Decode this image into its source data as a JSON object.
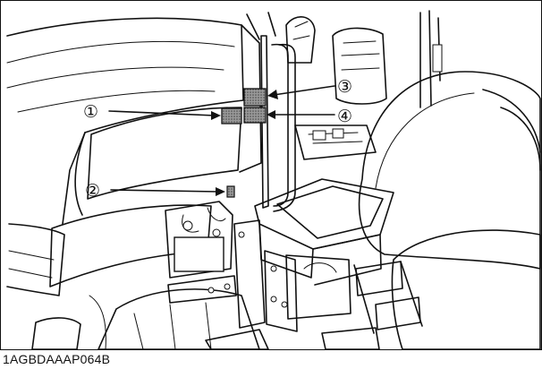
{
  "figure": {
    "callouts": [
      {
        "number": "1",
        "glyph": "①"
      },
      {
        "number": "2",
        "glyph": "②"
      },
      {
        "number": "3",
        "glyph": "③"
      },
      {
        "number": "4",
        "glyph": "④"
      }
    ],
    "figure_code": "1AGBDAAAP064B"
  }
}
